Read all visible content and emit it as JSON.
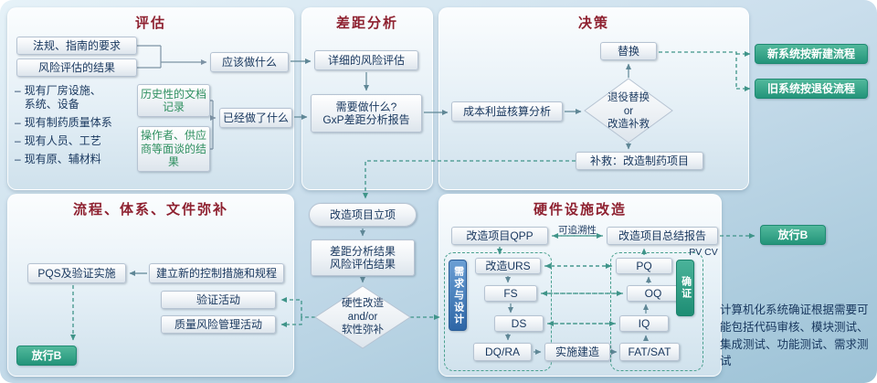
{
  "colors": {
    "title_red": "#8e2130",
    "accent_green": "#2a9c80",
    "accent_blue": "#2e66a6",
    "text_navy": "#17365d"
  },
  "assessment": {
    "title": "评估",
    "regulations": "法规、指南的要求",
    "risk_results": "风险评估的结果",
    "what_should_be_done": "应该做什么",
    "bullet": "–",
    "existing": [
      "现有厂房设施、\n系统、设备",
      "现有制药质量体系",
      "现有人员、工艺",
      "现有原、辅材料"
    ],
    "historical_docs": "历史性的文档记录",
    "interviews": "操作者、供应商等面谈的结果",
    "what_has_been_done": "已经做了什么"
  },
  "gap_analysis": {
    "title": "差距分析",
    "detailed_risk": "详细的风险评估",
    "what_needed": "需要做什么?\nGxP差距分析报告"
  },
  "decision": {
    "title": "决策",
    "cost_benefit": "成本利益核算分析",
    "decision_diamond": "退役替换\nor\n改造补救",
    "replace": "替换",
    "remedy": "补救：改造制药项目",
    "new_system": "新系统按新建流程",
    "old_system": "旧系统按退役流程"
  },
  "process_remediation": {
    "title": "流程、体系、文件弥补",
    "pqs": "PQS及验证实施",
    "new_controls": "建立新的控制措施和规程",
    "validation": "验证活动",
    "qrm": "质量风险管理活动",
    "release": "放行B"
  },
  "middle_flow": {
    "project_initiation": "改造项目立项",
    "analysis_results": "差距分析结果\n风险评估结果",
    "hard_soft_diamond": "硬性改造\nand/or\n软性弥补"
  },
  "hardware": {
    "title": "硬件设施改造",
    "qpp": "改造项目QPP",
    "traceability": "可追溯性",
    "summary_report": "改造项目总结报告",
    "pv_cv": "PV CV",
    "req_design": "需求与设计",
    "urs": "改造URS",
    "fs": "FS",
    "ds": "DS",
    "dq_ra": "DQ/RA",
    "build": "实施建造",
    "fat_sat": "FAT/SAT",
    "iq": "IQ",
    "oq": "OQ",
    "pq": "PQ",
    "confirm": "确证",
    "release": "放行B",
    "note": "计算机化系统确证根据需要可能包括代码审核、模块测试、集成测试、功能测试、需求测试"
  }
}
